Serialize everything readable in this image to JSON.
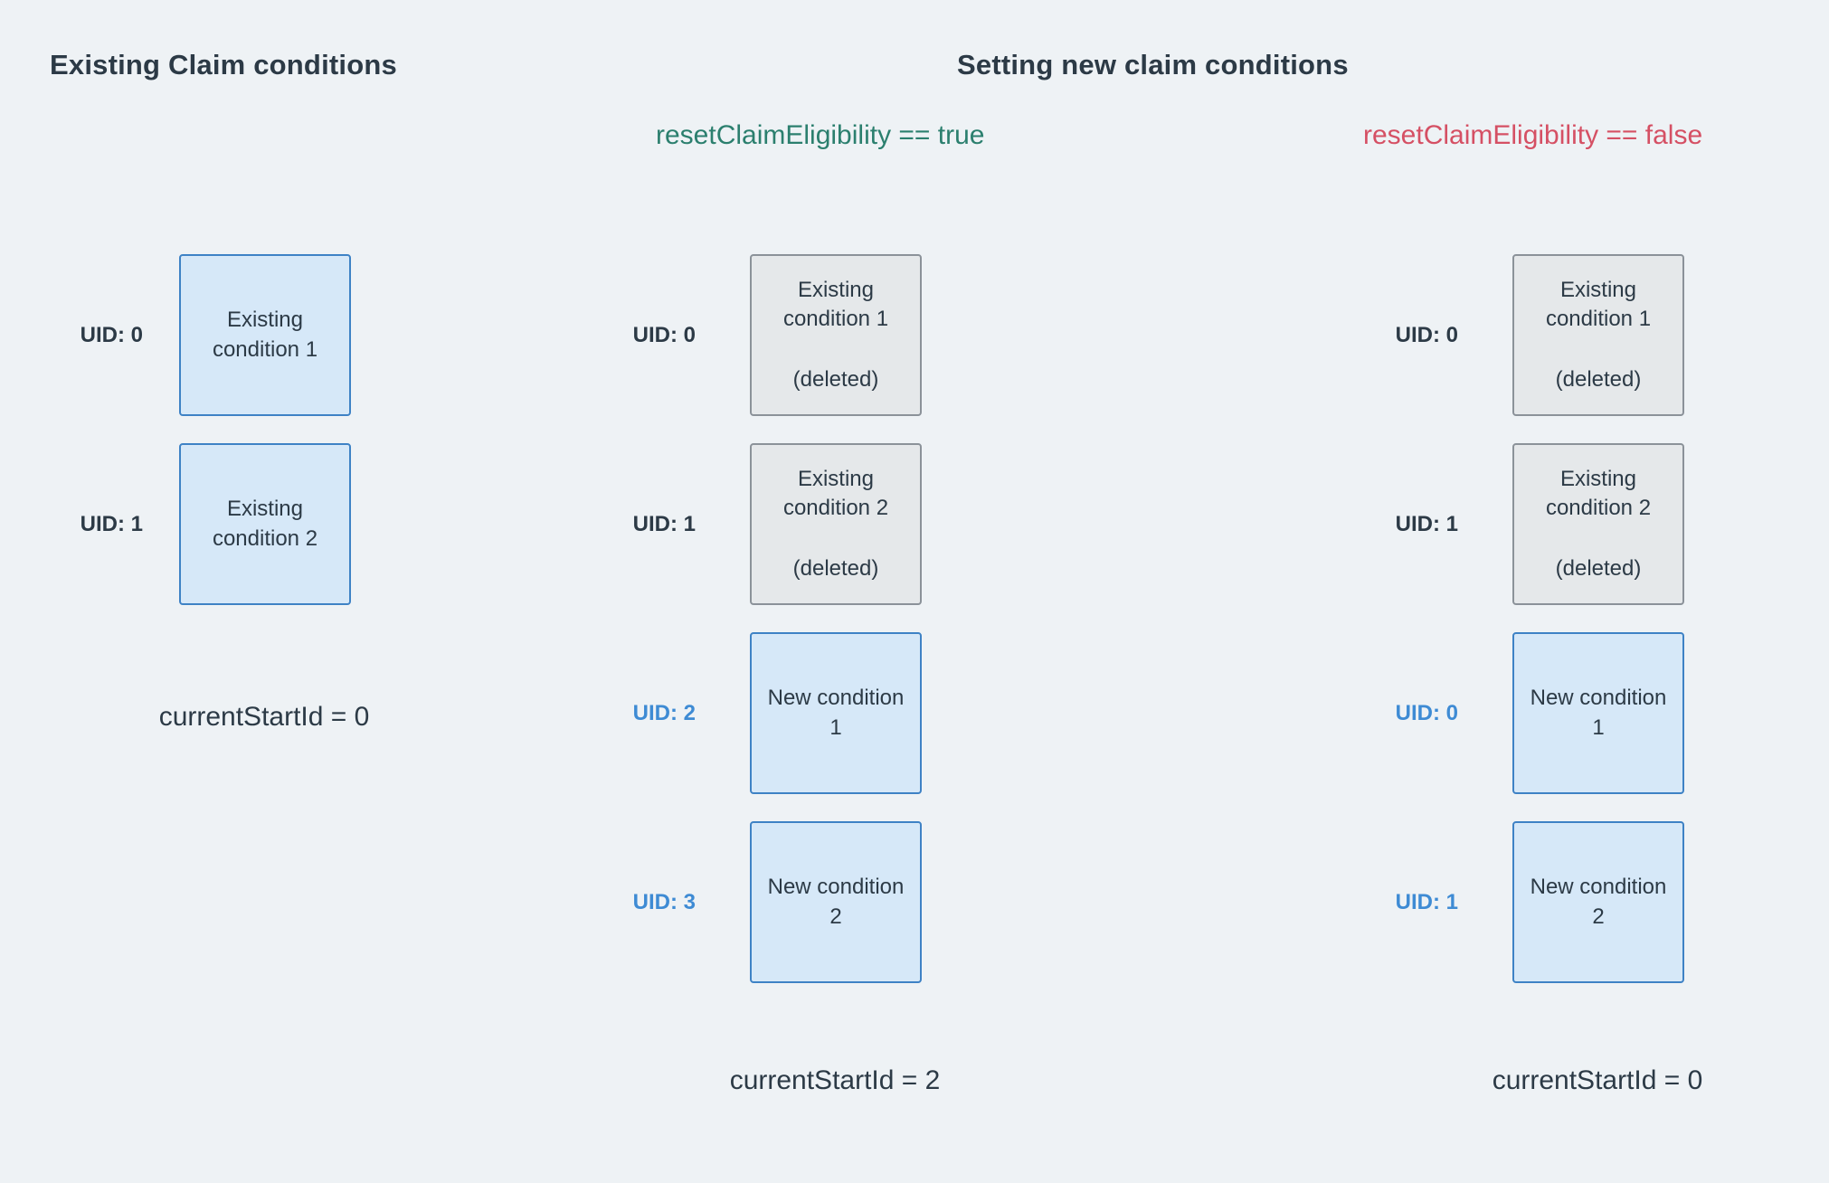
{
  "colors": {
    "background": "#eef2f5",
    "dark_text": "#2c3a46",
    "true_green": "#2b7f6e",
    "false_red": "#d55064",
    "uid_blue": "#3e8bd4",
    "blue_box_fill": "#d6e8f8",
    "blue_box_border": "#3e82c5",
    "gray_box_fill": "#e5e8ea",
    "gray_box_border": "#8b9299"
  },
  "headers": {
    "left_title": "Existing Claim conditions",
    "right_title": "Setting new claim conditions",
    "true_label": "resetClaimEligibility == true",
    "false_label": "resetClaimEligibility == false"
  },
  "columns": [
    {
      "name": "existing-claim-conditions",
      "rows": [
        {
          "uid": "UID: 0",
          "label": "Existing condition 1"
        },
        {
          "uid": "UID: 1",
          "label": "Existing condition 2"
        }
      ],
      "footer": "currentStartId = 0"
    },
    {
      "name": "reset-eligibility-true",
      "rows": [
        {
          "uid": "UID: 0",
          "label": "Existing condition 1",
          "deleted_note": "(deleted)"
        },
        {
          "uid": "UID: 1",
          "label": "Existing condition 2",
          "deleted_note": "(deleted)"
        },
        {
          "uid": "UID: 2",
          "label": "New condition 1"
        },
        {
          "uid": "UID: 3",
          "label": "New condition 2"
        }
      ],
      "footer": "currentStartId = 2"
    },
    {
      "name": "reset-eligibility-false",
      "rows": [
        {
          "uid": "UID: 0",
          "label": "Existing condition 1",
          "deleted_note": "(deleted)"
        },
        {
          "uid": "UID: 1",
          "label": "Existing condition 2",
          "deleted_note": "(deleted)"
        },
        {
          "uid": "UID: 0",
          "label": "New condition 1"
        },
        {
          "uid": "UID: 1",
          "label": "New condition 2"
        }
      ],
      "footer": "currentStartId = 0"
    }
  ]
}
